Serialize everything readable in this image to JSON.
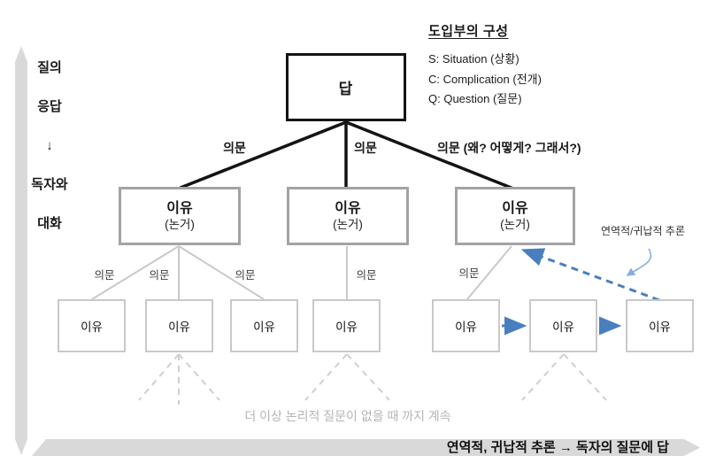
{
  "colors": {
    "accent_blue": "#4a7fbe",
    "swoosh_blue": "#85aede",
    "bar_gray": "#d9d9d9",
    "strong_line": "#141414",
    "l2_border": "#a3a3a3",
    "l3_border": "#c9c9c9",
    "fan_line": "#c9c9c9",
    "dashed_gray": "#cfcfcf",
    "muted_text": "#b5b5b5"
  },
  "sidebar": {
    "lines": [
      "질의",
      "응답",
      "↓",
      "독자와",
      "대화"
    ]
  },
  "intro_legend": {
    "title": "도입부의 구성",
    "items": [
      "S: Situation (상황)",
      "C: Complication (전개)",
      "Q: Question (질문)"
    ]
  },
  "tree": {
    "answer_label": "답",
    "reason_label": "이유",
    "reason_sublabel": "(논거)",
    "leaf_label": "이유",
    "question_label": "의문",
    "question_label_extended": "의문 (왜? 어떻게? 그래서?)"
  },
  "annotations": {
    "inference_note": "연역적/귀납적 추론",
    "continue_note": "더 이상 논리적 질문이 없을 때 까지 계속",
    "bottom_bar_label": "연역적, 귀납적 추론 → 독자의 질문에 답"
  }
}
